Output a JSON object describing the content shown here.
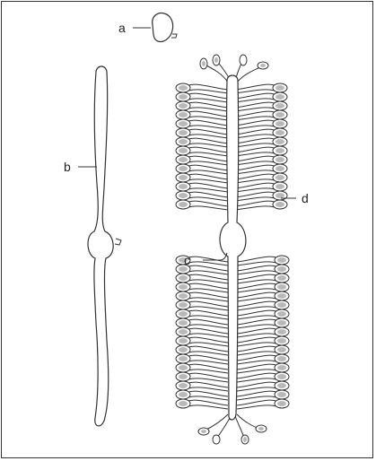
{
  "figure": {
    "labels": {
      "a": "a",
      "b": "b",
      "c": "c",
      "d": "d"
    },
    "colors": {
      "outline": "#333333",
      "fill": "#ffffff",
      "sporangium_fill": "#b8b8b8"
    }
  }
}
